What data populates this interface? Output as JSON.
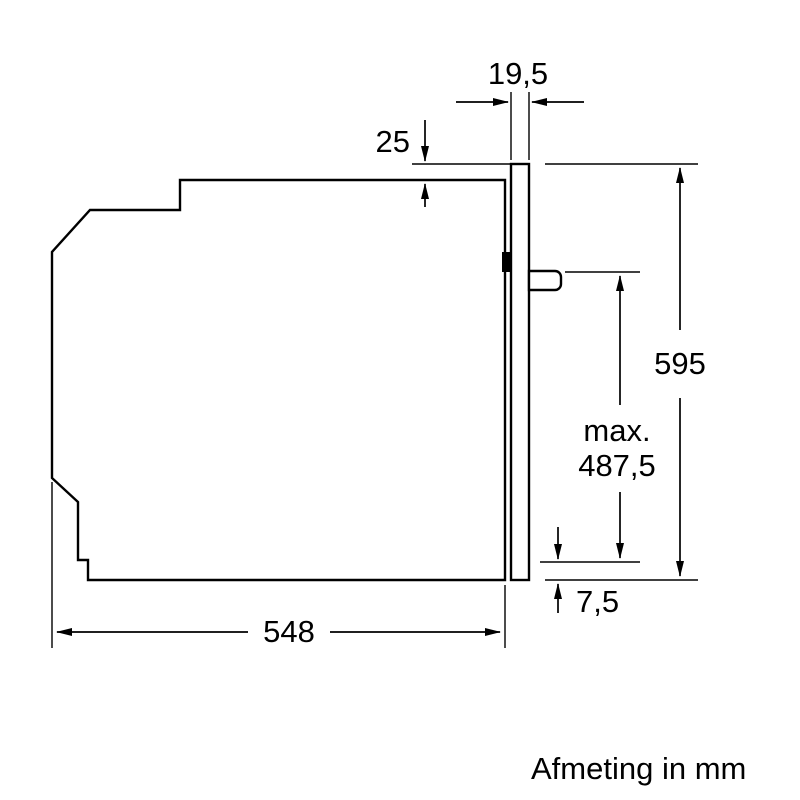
{
  "diagram": {
    "caption": "Afmeting in mm",
    "labels": {
      "door_thickness": "19,5",
      "top_clearance": "25",
      "total_height": "595",
      "max_prefix": "max.",
      "max_value": "487,5",
      "bottom_gap": "7,5",
      "depth": "548"
    },
    "colors": {
      "line": "#000000",
      "text": "#000000",
      "background": "#ffffff"
    }
  }
}
